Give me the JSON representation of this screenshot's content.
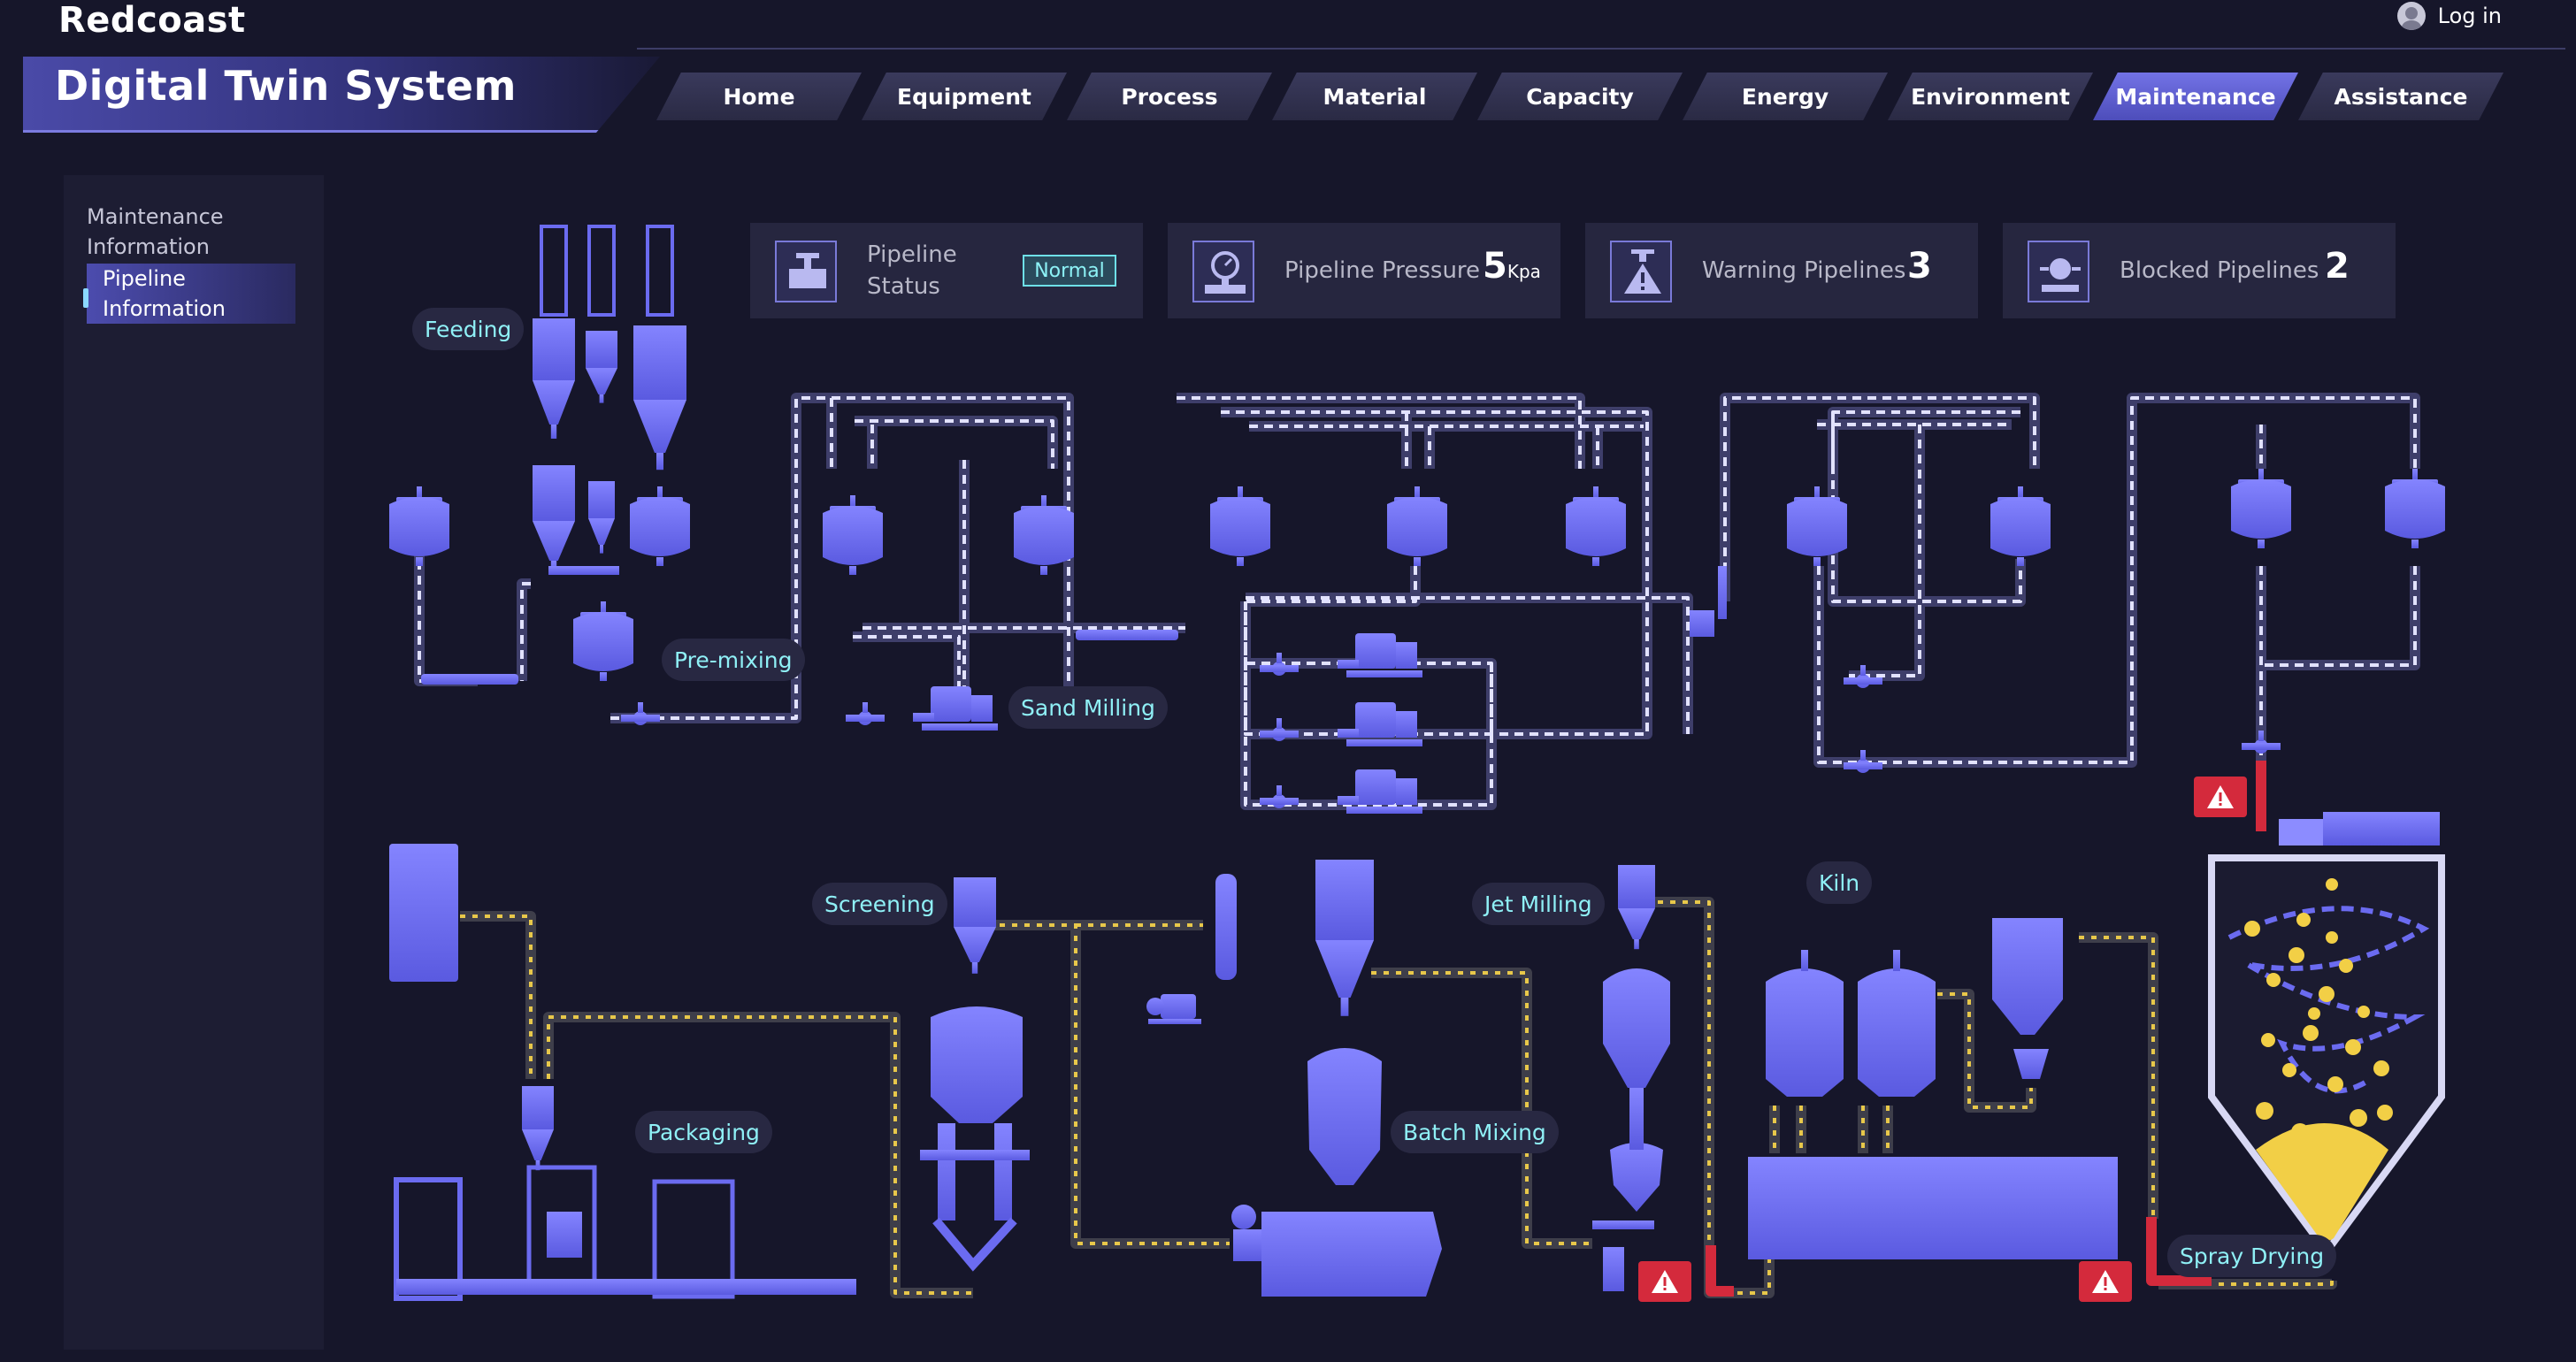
{
  "app": {
    "brand": "Redcoast",
    "system_title": "Digital Twin System",
    "login_label": "Log in"
  },
  "nav": {
    "tabs": [
      {
        "label": "Home",
        "active": false
      },
      {
        "label": "Equipment",
        "active": false
      },
      {
        "label": "Process",
        "active": false
      },
      {
        "label": "Material",
        "active": false
      },
      {
        "label": "Capacity",
        "active": false
      },
      {
        "label": "Energy",
        "active": false
      },
      {
        "label": "Environment",
        "active": false
      },
      {
        "label": "Maintenance",
        "active": true
      },
      {
        "label": "Assistance",
        "active": false
      }
    ]
  },
  "sidebar": {
    "items": [
      {
        "label_line1": "Maintenance",
        "label_line2": "Information",
        "active": false
      },
      {
        "label_line1": "Pipeline",
        "label_line2": "Information",
        "active": true
      }
    ]
  },
  "cards": {
    "status": {
      "label_line1": "Pipeline",
      "label_line2": "Status",
      "badge": "Normal",
      "icon": "valve-icon"
    },
    "pressure": {
      "label": "Pipeline Pressure",
      "value": "5",
      "unit": "Kpa",
      "icon": "pressure-gauge-icon"
    },
    "warning": {
      "label": "Warning Pipelines",
      "value": "3",
      "icon": "warning-pipe-icon"
    },
    "blocked": {
      "label": "Blocked Pipelines",
      "value": "2",
      "icon": "blocked-pipe-icon"
    }
  },
  "process_labels": {
    "feeding": "Feeding",
    "premixing": "Pre-mixing",
    "sand_milling": "Sand Milling",
    "screening": "Screening",
    "jet_milling": "Jet Milling",
    "kiln": "Kiln",
    "packaging": "Packaging",
    "batch_mixing": "Batch Mixing",
    "spray_drying": "Spray Drying"
  },
  "colors": {
    "equipment": "#6b6bf0",
    "pipe_top": "#c9c9ee",
    "pipe_bottom": "#e6c84a",
    "warning": "#d42a3c",
    "accent": "#8ff0f6",
    "background": "#16162a"
  }
}
